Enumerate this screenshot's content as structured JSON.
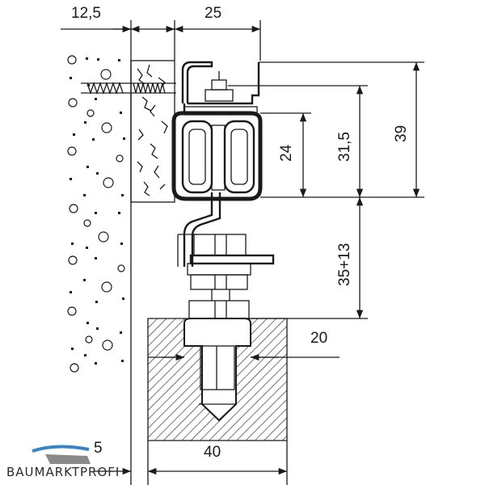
{
  "dimensions": {
    "wall_offset": "12,5",
    "rail_width": "25",
    "rail_height": "24",
    "hanger_height": "31,5",
    "total_height": "39",
    "adjust_range": "35+13",
    "bolt_spacing": "20",
    "door_thickness": "40",
    "door_offset": "5"
  },
  "brand": {
    "logo_text": "BAUMARKTPROFI",
    "color_blue": "#3a83c4",
    "color_grey": "#8a8a8a"
  }
}
